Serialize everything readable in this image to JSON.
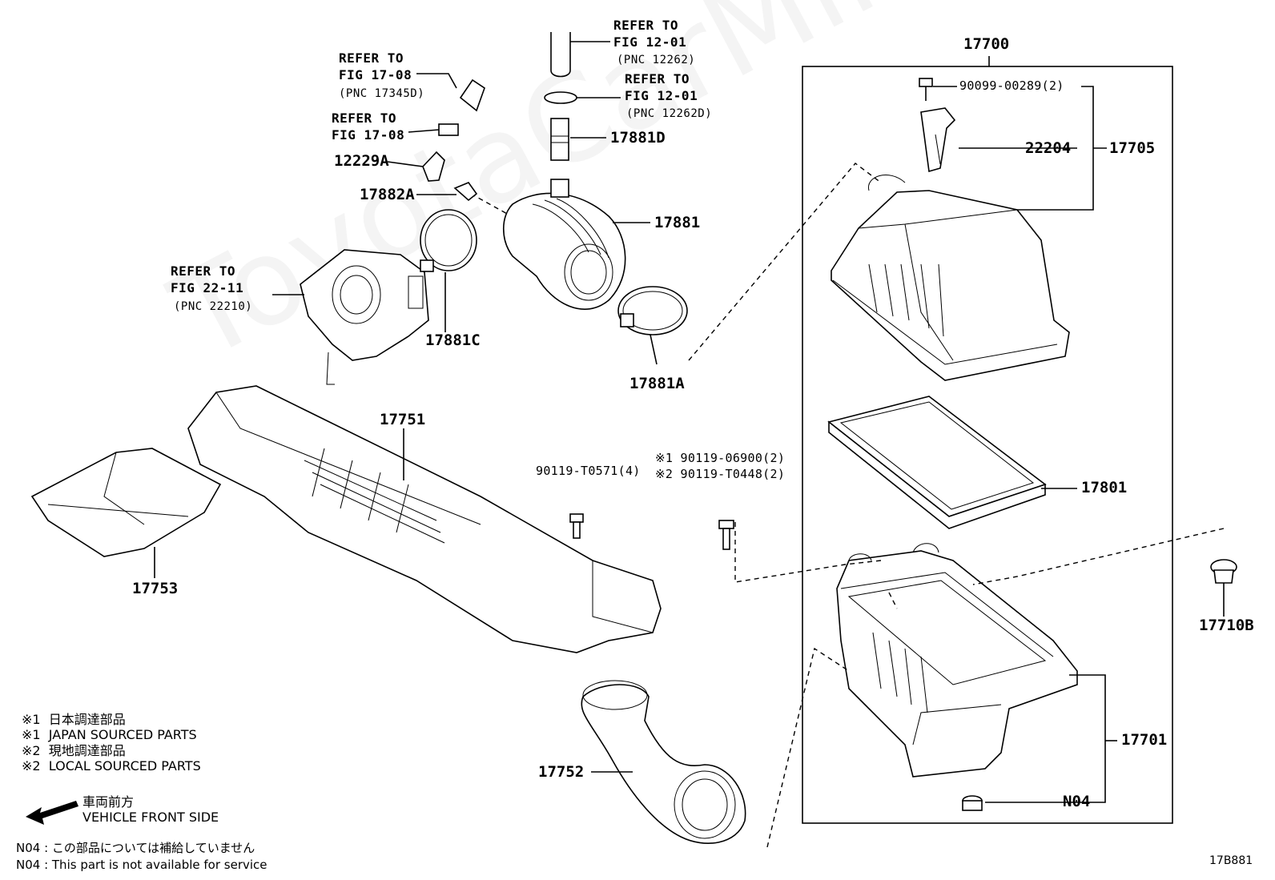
{
  "diagram_code": "17B881",
  "watermark": "ToyotaCarMine.ru",
  "parts": {
    "p17700": "17700",
    "p17705": "17705",
    "p22204": "22204",
    "p90099": "90099-00289(2)",
    "p17801": "17801",
    "p17710b": "17710B",
    "p17701": "17701",
    "pN04": "N04",
    "p17881": "17881",
    "p17881a": "17881A",
    "p17881c": "17881C",
    "p17881d": "17881D",
    "p17882a": "17882A",
    "p12229a": "12229A",
    "p17751": "17751",
    "p17752": "17752",
    "p17753": "17753"
  },
  "bolts": {
    "b90119_t0571": "90119-T0571(4)",
    "b90119_06900": "※1 90119-06900(2)",
    "b90119_t0448": "※2 90119-T0448(2)"
  },
  "refs": {
    "ref1": {
      "line1": "REFER TO",
      "line2": "FIG 17-08",
      "line3": "(PNC 17345D)"
    },
    "ref2": {
      "line1": "REFER TO",
      "line2": "FIG 17-08"
    },
    "ref3": {
      "line1": "REFER TO",
      "line2": "FIG 12-01",
      "line3": "(PNC 12262)"
    },
    "ref4": {
      "line1": "REFER TO",
      "line2": "FIG 12-01",
      "line3": "(PNC 12262D)"
    },
    "ref5": {
      "line1": "REFER TO",
      "line2": "FIG 22-11",
      "line3": "(PNC 22210)"
    }
  },
  "legend": {
    "l1": "※1  日本調達部品",
    "l2": "※1  JAPAN SOURCED PARTS",
    "l3": "※2  現地調達部品",
    "l4": "※2  LOCAL SOURCED PARTS",
    "front_jp": "車両前方",
    "front_en": "VEHICLE FRONT SIDE",
    "n04_jp": "N04 : この部品については補給していません",
    "n04_en": "N04 : This part is not available for service"
  }
}
